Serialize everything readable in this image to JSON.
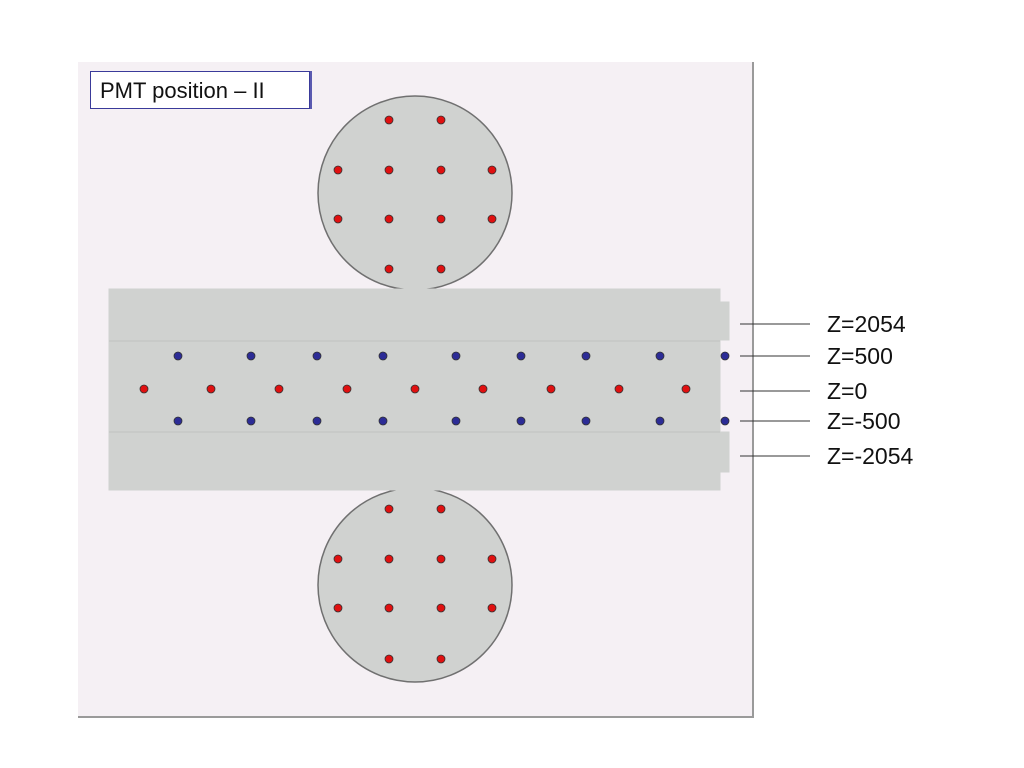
{
  "title": "PMT position – II",
  "colors": {
    "panel": "#f5f0f4",
    "detector": "#d0d2d0",
    "pmt_red": "#e01010",
    "pmt_blue": "#2c2c96",
    "outline": "#707070"
  },
  "z_labels": [
    {
      "text": "Z=2054"
    },
    {
      "text": "Z=500"
    },
    {
      "text": "Z=0"
    },
    {
      "text": "Z=-500"
    },
    {
      "text": "Z=-2054"
    }
  ]
}
